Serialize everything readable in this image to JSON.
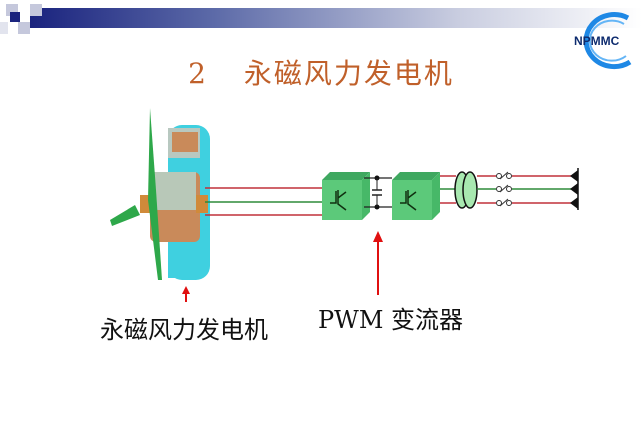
{
  "slide": {
    "title_number": "2",
    "title_text": "永磁风力发电机",
    "logo_text": "NPMMC"
  },
  "diagram": {
    "generator_label": "永磁风力发电机",
    "converter_label": "PWM 变流器"
  },
  "colors": {
    "title": "#c0602a",
    "converter": "#5cc97a",
    "ring": "#3fd0e0",
    "wire_red": "#c0303a",
    "wire_green": "#2e8b3a",
    "arrow": "#e01010"
  }
}
